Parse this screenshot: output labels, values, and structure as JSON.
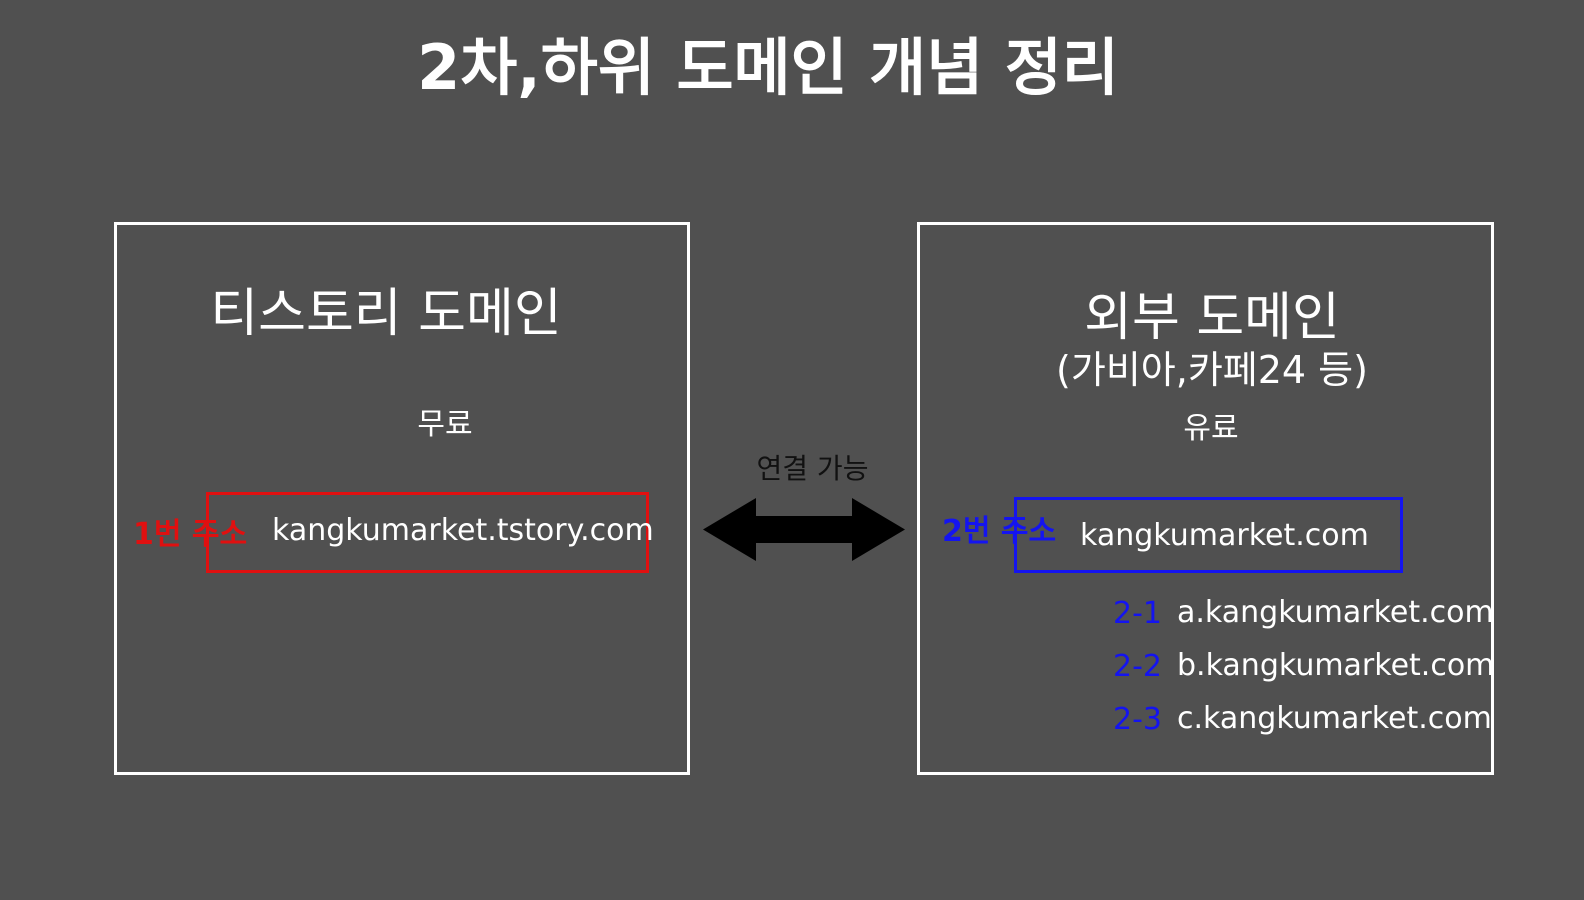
{
  "title": "2차,하위 도메인 개념 정리",
  "left_panel": {
    "title": "티스토리 도메인",
    "price": "무료",
    "address_label": "1번 주소",
    "address": "kangkumarket.tstory.com"
  },
  "connector": {
    "label": "연결 가능"
  },
  "right_panel": {
    "title": "외부 도메인",
    "subtitle": "(가비아,카페24 등)",
    "price": "유료",
    "address_label": "2번 주소",
    "address": "kangkumarket.com",
    "subdomains": [
      {
        "num": "2-1",
        "domain": "a.kangkumarket.com"
      },
      {
        "num": "2-2",
        "domain": "b.kangkumarket.com"
      },
      {
        "num": "2-3",
        "domain": "c.kangkumarket.com"
      }
    ]
  },
  "colors": {
    "background": "#505050",
    "primary_address": "#e01010",
    "secondary_address": "#1414f0",
    "text": "#ffffff",
    "arrow": "#000000"
  }
}
